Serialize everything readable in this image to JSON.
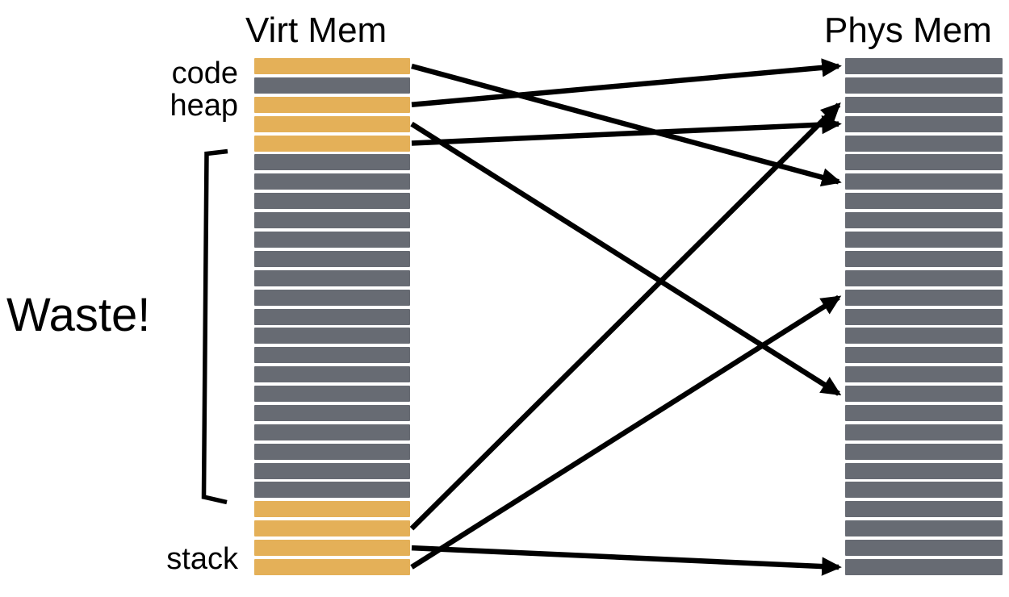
{
  "diagram": {
    "titles": {
      "virt": "Virt Mem",
      "phys": "Phys Mem"
    },
    "labels": {
      "code": "code",
      "heap": "heap",
      "stack": "stack",
      "waste": "Waste!"
    },
    "colors": {
      "used_page": "#E4B058",
      "free_page": "#676B73",
      "arrow": "#000000",
      "background": "#FFFFFF",
      "text": "#000000"
    },
    "virt_mem": {
      "page_count": 27,
      "used_pages": [
        0,
        2,
        3,
        4,
        23,
        24,
        25,
        26
      ],
      "regions": {
        "code_pages": [
          0
        ],
        "heap_pages": [
          2,
          3,
          4
        ],
        "stack_pages": [
          23,
          24,
          25,
          26
        ],
        "waste_pages_range": [
          5,
          22
        ]
      }
    },
    "phys_mem": {
      "page_count": 27,
      "used_pages": []
    },
    "mappings": [
      {
        "virt": 0,
        "phys": 6
      },
      {
        "virt": 2,
        "phys": 0
      },
      {
        "virt": 3,
        "phys": 17
      },
      {
        "virt": 4,
        "phys": 3
      },
      {
        "virt": 24,
        "phys": 2
      },
      {
        "virt": 25,
        "phys": 26
      },
      {
        "virt": 26,
        "phys": 12
      }
    ]
  }
}
